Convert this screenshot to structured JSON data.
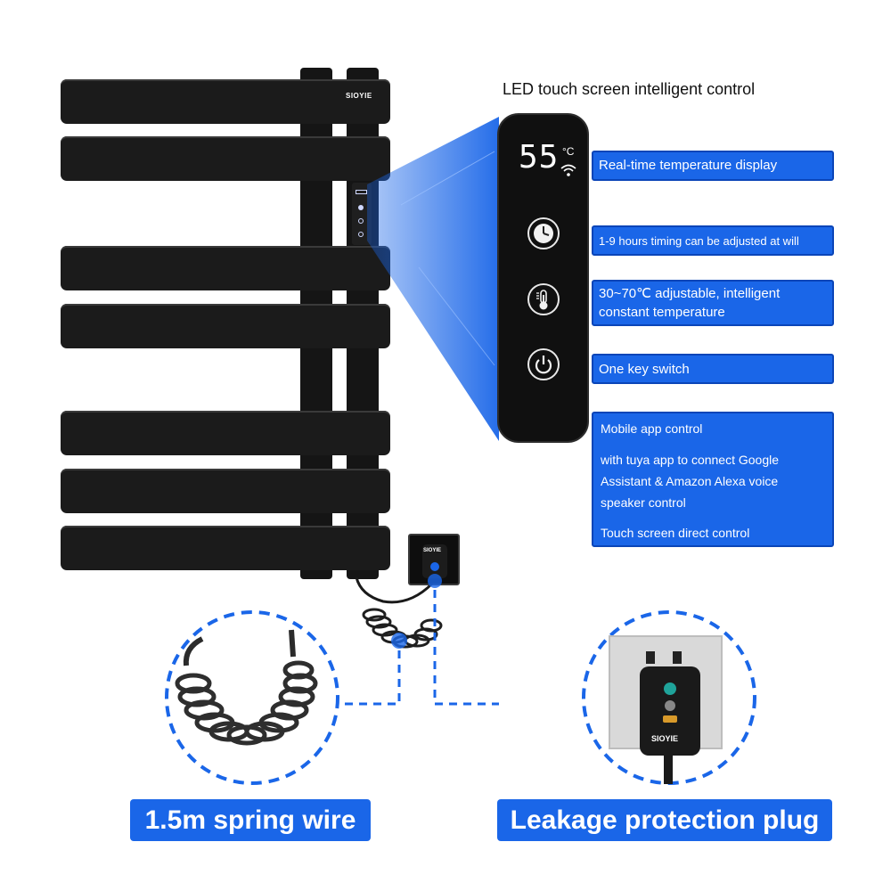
{
  "brand": "SIOYIE",
  "heading": "LED touch screen intelligent control",
  "display": {
    "value": "55",
    "unit": "°C"
  },
  "features": [
    {
      "label": "Real-time temperature display"
    },
    {
      "label": "1-9 hours timing can be adjusted at will"
    },
    {
      "label": "30~70℃ adjustable, intelligent constant temperature",
      "line1": "30~70℃ adjustable, intelligent",
      "line2": "constant temperature"
    },
    {
      "label": "One key switch"
    }
  ],
  "app_box": {
    "title": "Mobile app control",
    "line1": "with tuya app to connect Google",
    "line2": "Assistant & Amazon Alexa voice",
    "line3": "speaker control",
    "footer": "Touch screen direct control"
  },
  "bottom_labels": {
    "spring_wire": "1.5m spring wire",
    "plug": "Leakage protection plug"
  },
  "icons": [
    "clock-icon",
    "thermometer-icon",
    "power-icon",
    "wifi-icon"
  ],
  "colors": {
    "accent": "#1a66e8",
    "rail": "#1b1b1b",
    "panel": "#101010"
  }
}
